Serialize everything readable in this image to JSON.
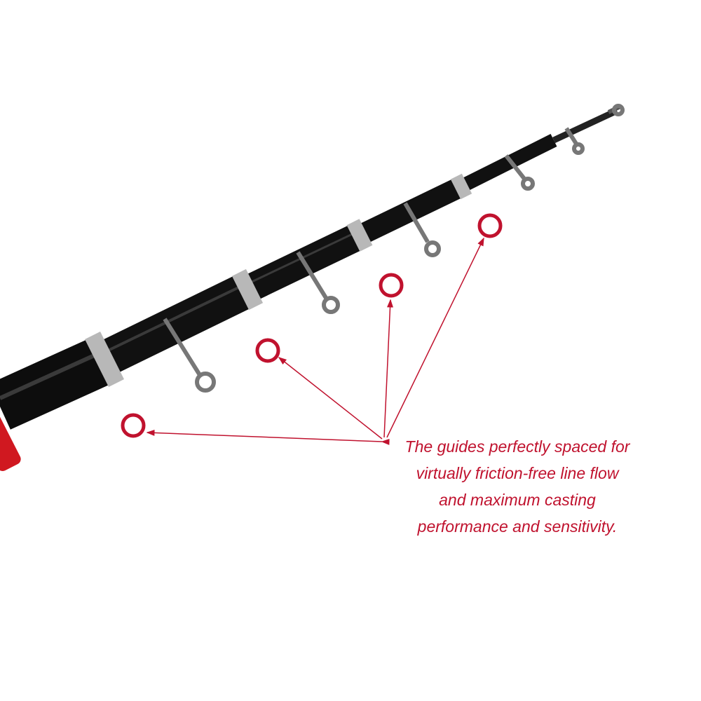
{
  "caption": {
    "lines": [
      "The guides perfectly spaced for",
      "virtually friction-free line flow",
      "and maximum casting",
      "performance and sensitivity."
    ]
  },
  "colors": {
    "annotation": "#c0122e",
    "rod": "#0d0d0d",
    "ferrule": "#b8b8b8",
    "handle": "#d01820"
  }
}
